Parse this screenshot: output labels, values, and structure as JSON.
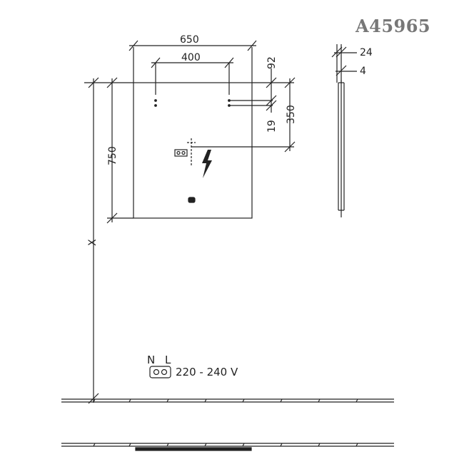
{
  "title": "A45965",
  "dimensions": {
    "width": "650",
    "hole_spacing": "400",
    "height": "750",
    "top_offset": "92",
    "bracket": "19",
    "outlet_drop": "350",
    "depth": "24",
    "glass": "4",
    "mount_height": "X"
  },
  "legend": {
    "neutral": "N",
    "live": "L",
    "voltage": "220 - 240 V"
  },
  "icons": [
    "lightning-icon",
    "power-socket-icon",
    "mounting-hole-icon",
    "sensor-icon"
  ]
}
